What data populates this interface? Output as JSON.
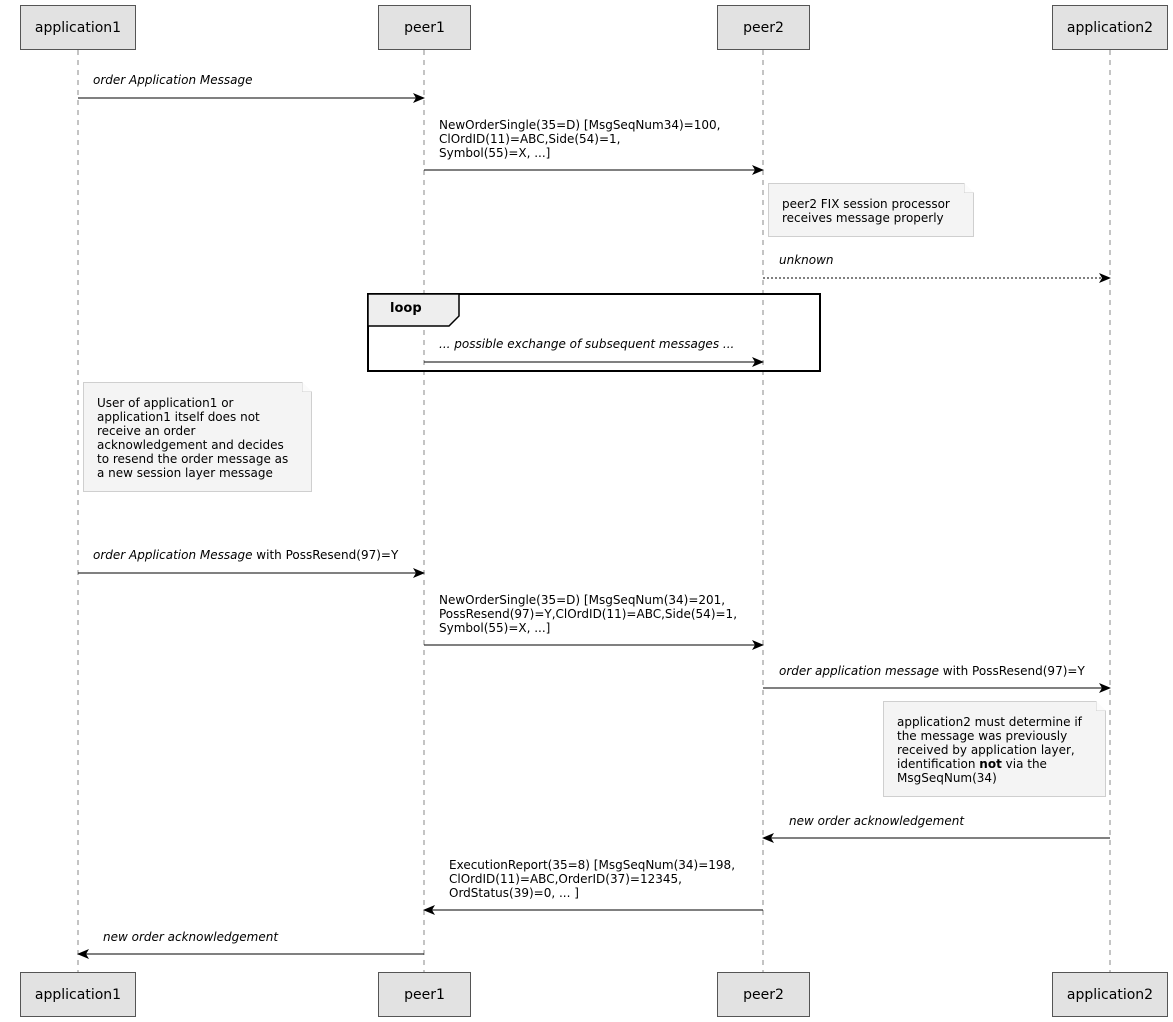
{
  "participants": {
    "application1": "application1",
    "peer1": "peer1",
    "peer2": "peer2",
    "application2": "application2"
  },
  "messages": [
    {
      "id": "m1",
      "italic": "order Application Message",
      "text": ""
    },
    {
      "id": "m2",
      "lines": [
        "NewOrderSingle(35=D) [MsgSeqNum34)=100,",
        "ClOrdID(11)=ABC,Side(54)=1,",
        "Symbol(55)=X, ...]"
      ]
    },
    {
      "id": "m3",
      "italic": "unknown",
      "text": ""
    },
    {
      "id": "m4",
      "italic": "... possible exchange of subsequent messages ...",
      "text": ""
    },
    {
      "id": "m5",
      "italic": "order Application Message",
      "text": " with PossResend(97)=Y"
    },
    {
      "id": "m6",
      "lines": [
        "NewOrderSingle(35=D) [MsgSeqNum(34)=201,",
        "PossResend(97)=Y,ClOrdID(11)=ABC,Side(54)=1,",
        "Symbol(55)=X, ...]"
      ]
    },
    {
      "id": "m7",
      "italic": "order application message",
      "text": " with PossResend(97)=Y"
    },
    {
      "id": "m8",
      "italic": "new order acknowledgement",
      "text": ""
    },
    {
      "id": "m9",
      "lines": [
        "ExecutionReport(35=8) [MsgSeqNum(34)=198,",
        "ClOrdID(11)=ABC,OrderID(37)=12345,",
        "OrdStatus(39)=0, ... ]"
      ]
    },
    {
      "id": "m10",
      "italic": "new order acknowledgement",
      "text": ""
    }
  ],
  "loop": {
    "label": "loop"
  },
  "notes": {
    "note1": [
      "peer2 FIX session processor",
      "receives message properly"
    ],
    "note2": [
      "User of application1 or",
      "application1 itself does not",
      "receive an order",
      "acknowledgement and decides",
      "to resend the order message as",
      "a new session layer message"
    ],
    "note3": {
      "line1": "application2 must determine if",
      "line2": "the message was previously",
      "line3": "received by application layer,",
      "line4_pre": "identification ",
      "line4_bold": "not",
      "line4_post": " via the",
      "line5": "MsgSeqNum(34)"
    }
  },
  "colors": {
    "participant_fill": "#e2e2e2",
    "note_fill": "#f4f4f4",
    "line": "#000000"
  }
}
